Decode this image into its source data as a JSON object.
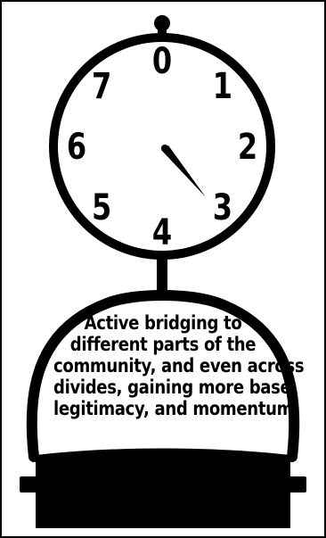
{
  "scale": {
    "dial_numbers": [
      "0",
      "1",
      "2",
      "3",
      "4",
      "5",
      "6",
      "7"
    ],
    "pointer_value": 3,
    "colors": {
      "ink": "#000000",
      "paper": "#ffffff"
    },
    "caption_lines": [
      "Active bridging to",
      "different parts of the",
      "community, and even across",
      "divides, gaining more base",
      "legitimacy, and momentum."
    ]
  }
}
